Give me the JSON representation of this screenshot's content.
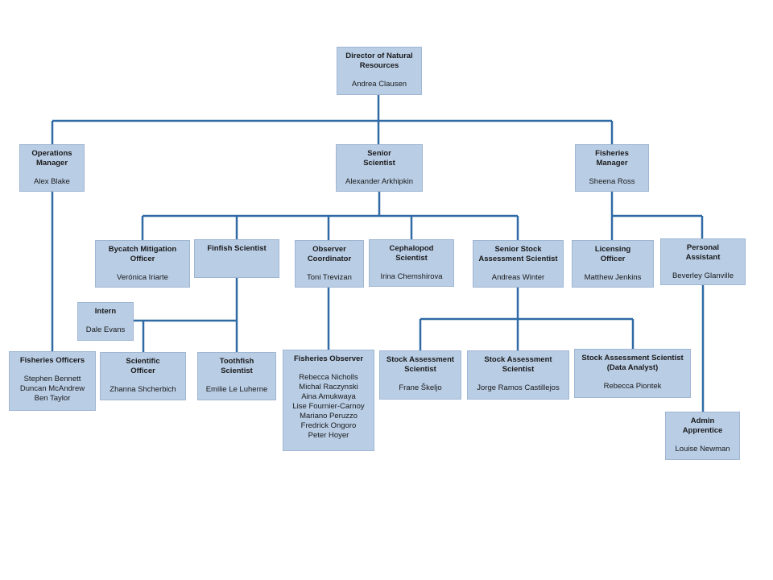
{
  "nodes": {
    "director": {
      "title": "Director of Natural\nResources",
      "names": "Andrea Clausen"
    },
    "ops_manager": {
      "title": "Operations\nManager",
      "names": "Alex Blake"
    },
    "senior_scientist": {
      "title": "Senior\nScientist",
      "names": "Alexander Arkhipkin"
    },
    "fisheries_manager": {
      "title": "Fisheries\nManager",
      "names": "Sheena Ross"
    },
    "bycatch": {
      "title": "Bycatch Mitigation\nOfficer",
      "names": "Verónica Iriarte"
    },
    "finfish": {
      "title": "Finfish Scientist",
      "names": ""
    },
    "observer_coord": {
      "title": "Observer\nCoordinator",
      "names": "Toni Trevizan"
    },
    "cephalopod": {
      "title": "Cephalopod\nScientist",
      "names": "Irina Chemshirova"
    },
    "senior_stock": {
      "title": "Senior Stock\nAssessment Scientist",
      "names": "Andreas Winter"
    },
    "licensing": {
      "title": "Licensing\nOfficer",
      "names": "Matthew Jenkins"
    },
    "pa": {
      "title": "Personal\nAssistant",
      "names": "Beverley Glanville"
    },
    "intern": {
      "title": "Intern",
      "names": "Dale Evans"
    },
    "fisheries_officers": {
      "title": "Fisheries Officers",
      "names": "Stephen Bennett\nDuncan McAndrew\nBen Taylor"
    },
    "scientific_officer": {
      "title": "Scientific\nOfficer",
      "names": "Zhanna Shcherbich"
    },
    "toothfish": {
      "title": "Toothfish\nScientist",
      "names": "Emilie Le Luherne"
    },
    "fisheries_observer": {
      "title": "Fisheries Observer",
      "names": "Rebecca Nicholls\nMichal Raczynski\nAina Amukwaya\nLise Fournier-Carnoy\nMariano Peruzzo\nFredrick Ongoro\nPeter Hoyer"
    },
    "stock1": {
      "title": "Stock Assessment\nScientist",
      "names": "Frane Škeljo"
    },
    "stock2": {
      "title": "Stock Assessment\nScientist",
      "names": "Jorge Ramos  Castillejos"
    },
    "stock3": {
      "title": "Stock Assessment Scientist\n(Data Analyst)",
      "names": "Rebecca Piontek"
    },
    "admin": {
      "title": "Admin\nApprentice",
      "names": "Louise Newman"
    }
  }
}
